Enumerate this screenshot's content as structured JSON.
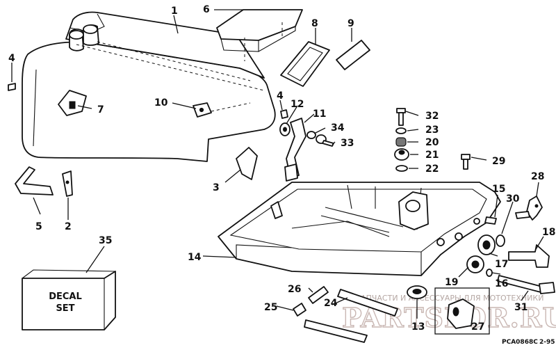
{
  "diagram": {
    "callouts": [
      {
        "id": "1",
        "text": "1"
      },
      {
        "id": "2",
        "text": "2"
      },
      {
        "id": "3",
        "text": "3"
      },
      {
        "id": "4a",
        "text": "4"
      },
      {
        "id": "4b",
        "text": "4"
      },
      {
        "id": "5",
        "text": "5"
      },
      {
        "id": "6",
        "text": "6"
      },
      {
        "id": "7",
        "text": "7"
      },
      {
        "id": "8",
        "text": "8"
      },
      {
        "id": "9",
        "text": "9"
      },
      {
        "id": "10",
        "text": "10"
      },
      {
        "id": "11",
        "text": "11"
      },
      {
        "id": "12",
        "text": "12"
      },
      {
        "id": "13",
        "text": "13"
      },
      {
        "id": "14",
        "text": "14"
      },
      {
        "id": "15",
        "text": "15"
      },
      {
        "id": "16",
        "text": "16"
      },
      {
        "id": "17",
        "text": "17"
      },
      {
        "id": "18",
        "text": "18"
      },
      {
        "id": "19",
        "text": "19"
      },
      {
        "id": "20",
        "text": "20"
      },
      {
        "id": "21",
        "text": "21"
      },
      {
        "id": "22",
        "text": "22"
      },
      {
        "id": "23",
        "text": "23"
      },
      {
        "id": "24",
        "text": "24"
      },
      {
        "id": "25",
        "text": "25"
      },
      {
        "id": "26",
        "text": "26"
      },
      {
        "id": "27",
        "text": "27"
      },
      {
        "id": "28",
        "text": "28"
      },
      {
        "id": "29",
        "text": "29"
      },
      {
        "id": "30",
        "text": "30"
      },
      {
        "id": "31",
        "text": "31"
      },
      {
        "id": "32",
        "text": "32"
      },
      {
        "id": "33",
        "text": "33"
      },
      {
        "id": "34",
        "text": "34"
      },
      {
        "id": "35",
        "text": "35"
      }
    ],
    "decal_box": {
      "line1": "DECAL",
      "line2": "SET"
    },
    "drawing_code": "PCA0868C",
    "date_code": "2-95",
    "watermark": {
      "line": "ЗАПЧАСТИ И АКСЕССУАРЫ ДЛЯ МОТОТЕХНИКИ",
      "logo": "PARTSFOR.RU"
    }
  }
}
